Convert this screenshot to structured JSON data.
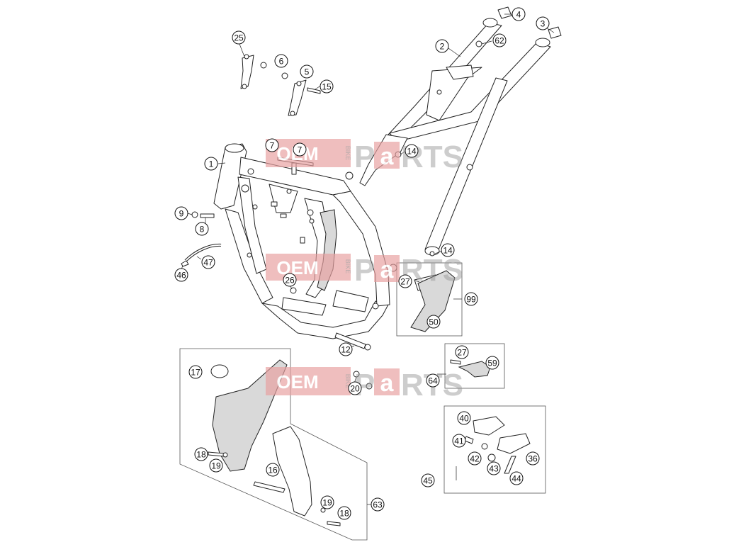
{
  "watermark": {
    "brand_left": "OEM",
    "brand_mid": "BIKE",
    "brand_right_1": "P",
    "brand_right_2": "a",
    "brand_right_3": "RTS",
    "colors": {
      "red": "#e8a0a0",
      "gray": "#9a9a9a"
    }
  },
  "callouts": [
    {
      "id": "c1",
      "label": "1"
    },
    {
      "id": "c2",
      "label": "2"
    },
    {
      "id": "c3",
      "label": "3"
    },
    {
      "id": "c4",
      "label": "4"
    },
    {
      "id": "c5",
      "label": "5"
    },
    {
      "id": "c6",
      "label": "6"
    },
    {
      "id": "c7a",
      "label": "7"
    },
    {
      "id": "c7b",
      "label": "7"
    },
    {
      "id": "c8",
      "label": "8"
    },
    {
      "id": "c9",
      "label": "9"
    },
    {
      "id": "c12",
      "label": "12"
    },
    {
      "id": "c14a",
      "label": "14"
    },
    {
      "id": "c14b",
      "label": "14"
    },
    {
      "id": "c15",
      "label": "15"
    },
    {
      "id": "c16",
      "label": "16"
    },
    {
      "id": "c17",
      "label": "17"
    },
    {
      "id": "c18a",
      "label": "18"
    },
    {
      "id": "c18b",
      "label": "18"
    },
    {
      "id": "c19a",
      "label": "19"
    },
    {
      "id": "c19b",
      "label": "19"
    },
    {
      "id": "c20",
      "label": "20"
    },
    {
      "id": "c25",
      "label": "25"
    },
    {
      "id": "c26",
      "label": "26"
    },
    {
      "id": "c27a",
      "label": "27"
    },
    {
      "id": "c27b",
      "label": "27"
    },
    {
      "id": "c36",
      "label": "36"
    },
    {
      "id": "c40",
      "label": "40"
    },
    {
      "id": "c41",
      "label": "41"
    },
    {
      "id": "c42",
      "label": "42"
    },
    {
      "id": "c43",
      "label": "43"
    },
    {
      "id": "c44",
      "label": "44"
    },
    {
      "id": "c45",
      "label": "45"
    },
    {
      "id": "c46",
      "label": "46"
    },
    {
      "id": "c47",
      "label": "47"
    },
    {
      "id": "c50",
      "label": "50"
    },
    {
      "id": "c59",
      "label": "59"
    },
    {
      "id": "c62",
      "label": "62"
    },
    {
      "id": "c63",
      "label": "63"
    },
    {
      "id": "c64",
      "label": "64"
    },
    {
      "id": "c99",
      "label": "99"
    }
  ]
}
